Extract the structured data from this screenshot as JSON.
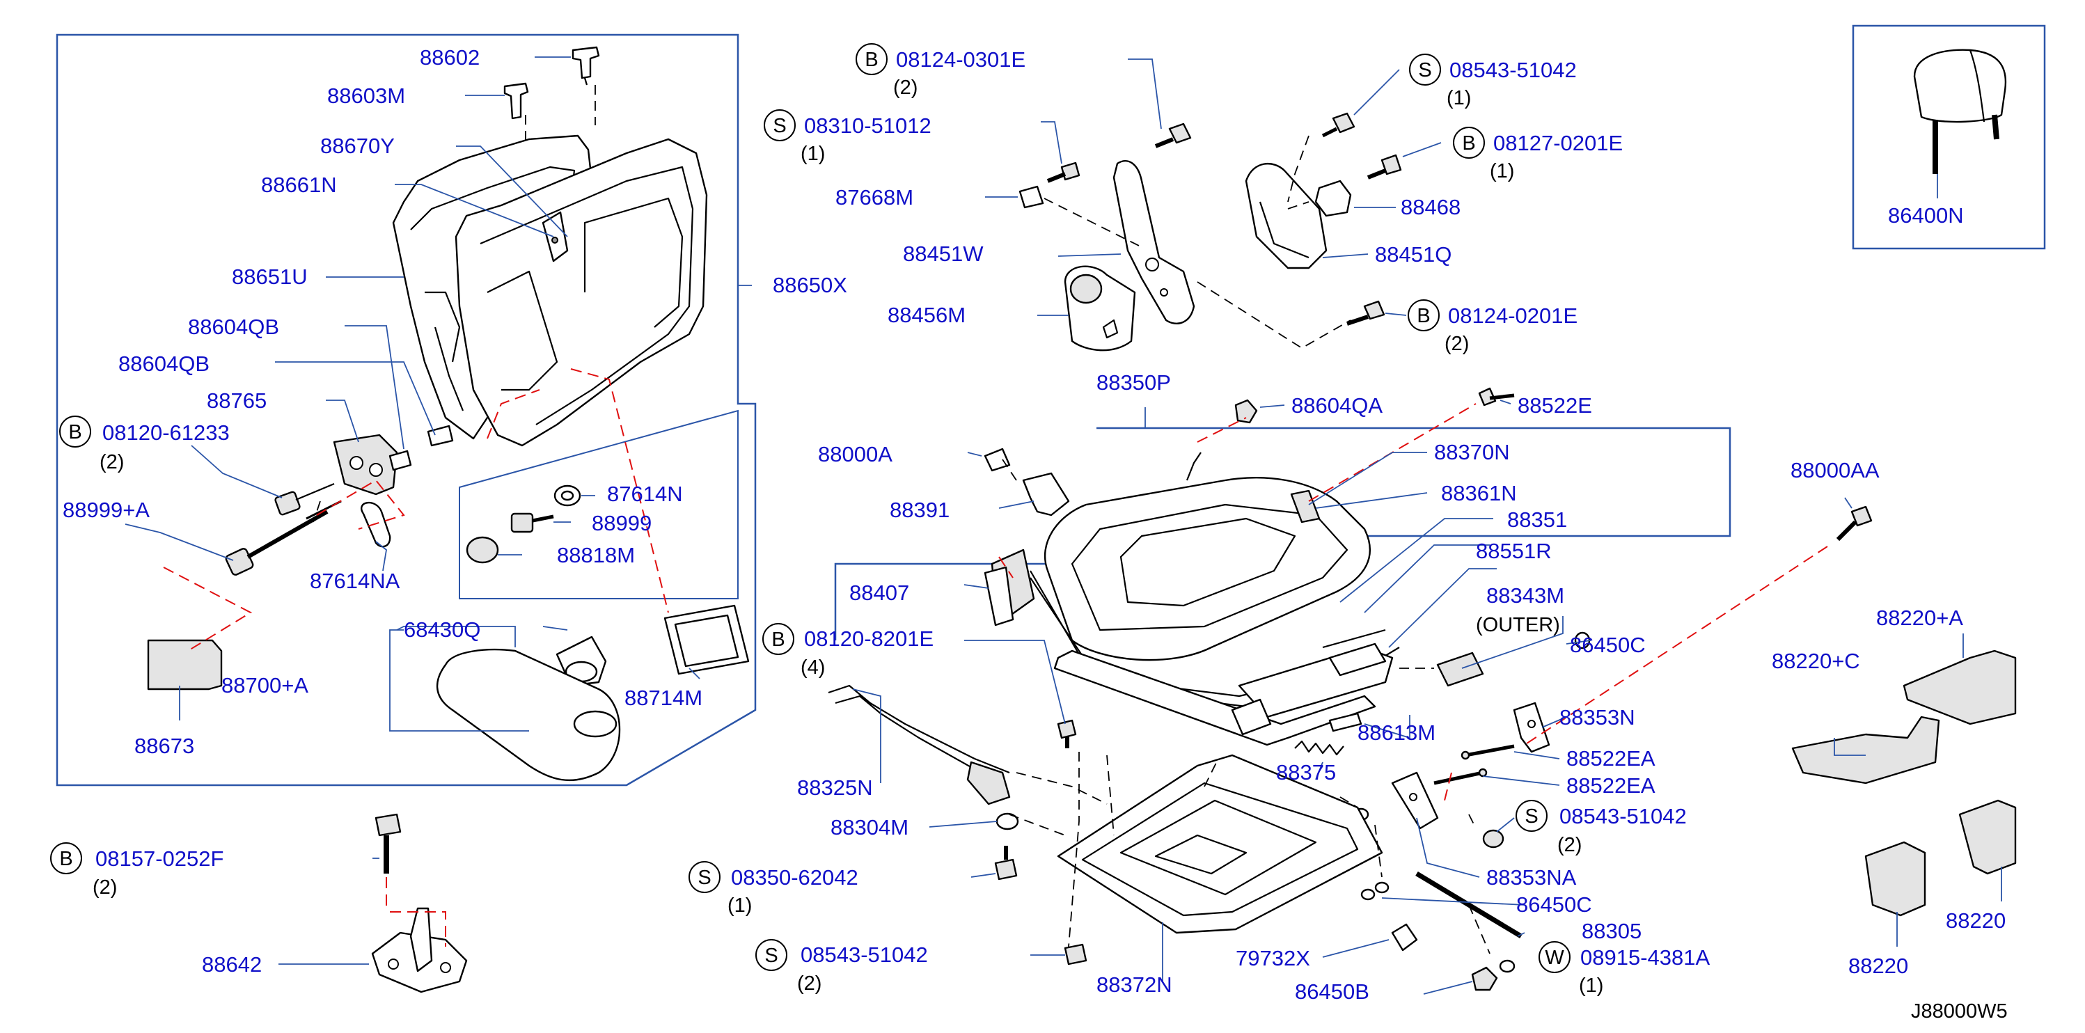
{
  "diagram_code": "J88000W5",
  "colors": {
    "label": "#1010c8",
    "leader": "#2b55a8",
    "red_dash": "#e01010"
  },
  "labels": {
    "p88602": "88602",
    "p88603M": "88603M",
    "p88670Y": "88670Y",
    "p88661N": "88661N",
    "p88651U": "88651U",
    "p88650X": "88650X",
    "p88604QB_a": "88604QB",
    "p88604QB_b": "88604QB",
    "p88765": "88765",
    "b08120_61233": "08120-61233",
    "p88999A": "88999+A",
    "p87614NA": "87614NA",
    "p87614N": "87614N",
    "p88999": "88999",
    "p88818M": "88818M",
    "p88700A": "88700+A",
    "p88673": "88673",
    "p68430Q": "68430Q",
    "p88714M": "88714M",
    "b08157_0252F": "08157-0252F",
    "p88642": "88642",
    "b08124_0301E": "08124-0301E",
    "s08310_51012": "08310-51012",
    "p87668M": "87668M",
    "p88451W": "88451W",
    "p88456M": "88456M",
    "s08543_51042_top": "08543-51042",
    "b08127_0201E": "08127-0201E",
    "p88468": "88468",
    "p88451Q": "88451Q",
    "b08124_0201E": "08124-0201E",
    "p86400N": "86400N",
    "p88350P": "88350P",
    "p88604QA": "88604QA",
    "p88522E": "88522E",
    "p88000A": "88000A",
    "p88370N": "88370N",
    "p88391": "88391",
    "p88361N": "88361N",
    "p88351": "88351",
    "p88551R": "88551R",
    "p88407": "88407",
    "p88343M": "88343M",
    "outer": "(OUTER)",
    "b08120_8201E": "08120-8201E",
    "p86450C_a": "86450C",
    "p88353N": "88353N",
    "p88613M": "88613M",
    "p88325N": "88325N",
    "p88375": "88375",
    "p88522EA_a": "88522EA",
    "p88522EA_b": "88522EA",
    "p88304M": "88304M",
    "s08543_51042_mid": "08543-51042",
    "s08350_62042": "08350-62042",
    "p88353NA": "88353NA",
    "p86450C_b": "86450C",
    "p88305": "88305",
    "s08543_51042_bot": "08543-51042",
    "p79732X": "79732X",
    "w08915_4381A": "08915-4381A",
    "p88372N": "88372N",
    "p86450B": "86450B",
    "p88000AA": "88000AA",
    "p88220A": "88220+A",
    "p88220C": "88220+C",
    "p88220_a": "88220",
    "p88220_b": "88220"
  },
  "quantities": {
    "b08120_61233": "(2)",
    "b08157_0252F": "(2)",
    "b08124_0301E": "(2)",
    "s08310_51012": "(1)",
    "s08543_51042_top": "(1)",
    "b08127_0201E": "(1)",
    "b08124_0201E": "(2)",
    "b08120_8201E": "(4)",
    "s08543_51042_mid": "(2)",
    "s08350_62042": "(1)",
    "s08543_51042_bot": "(2)",
    "w08915_4381A": "(1)"
  },
  "prefixes": {
    "B": "B",
    "S": "S",
    "W": "W"
  }
}
